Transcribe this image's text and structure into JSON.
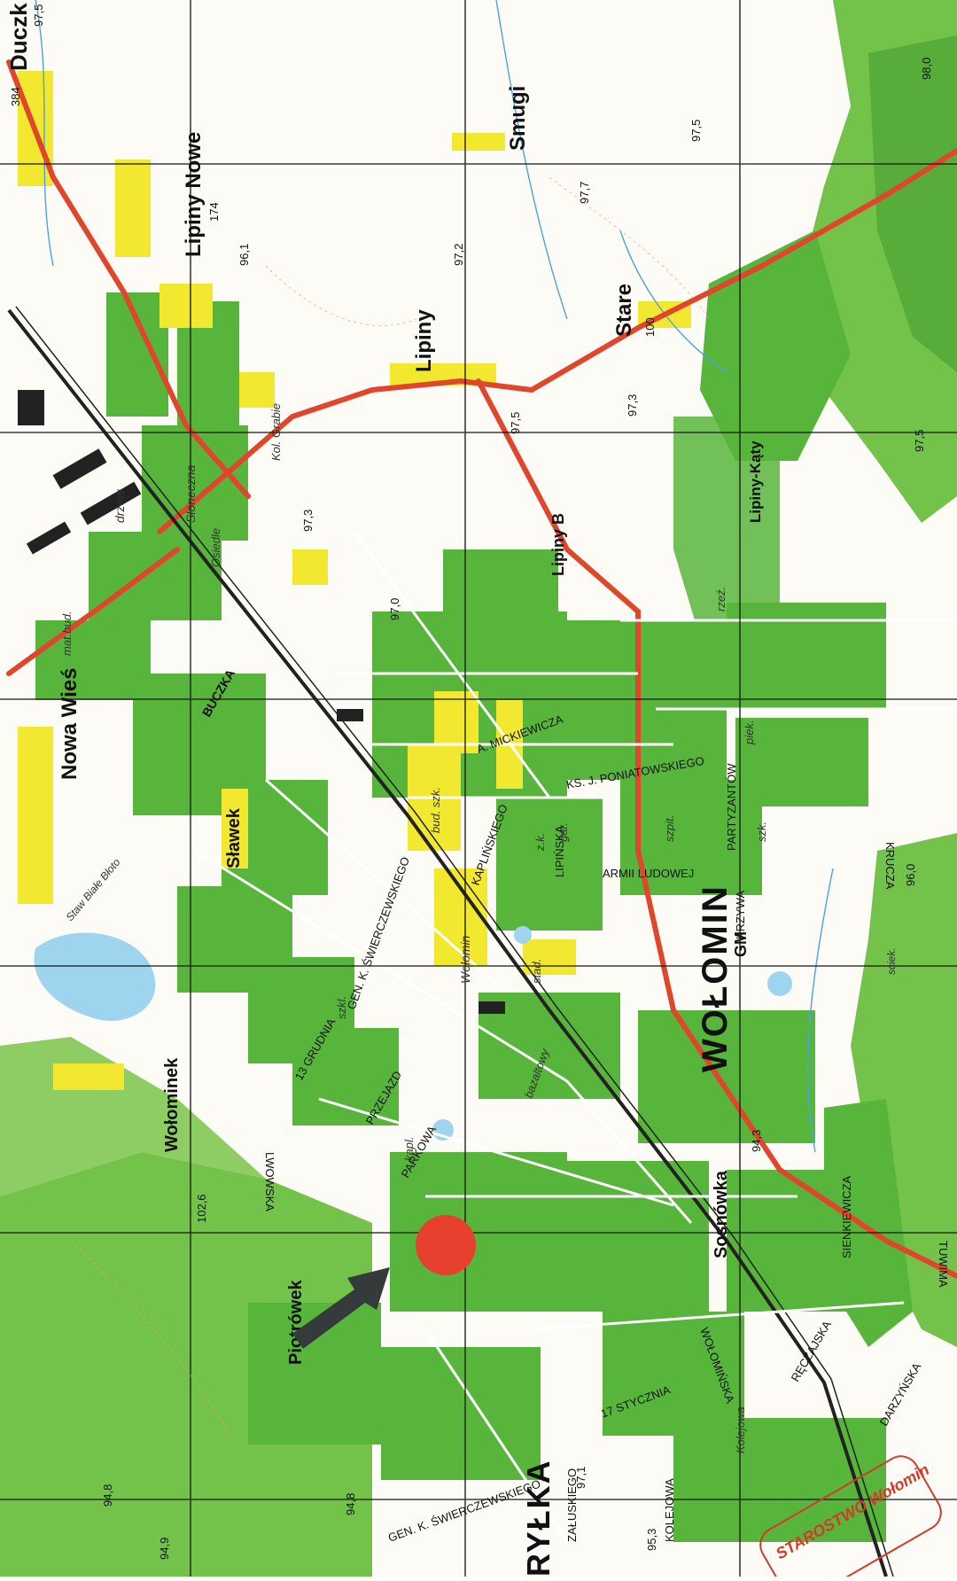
{
  "map": {
    "settlements": {
      "duczki": "Duczk",
      "lipiny_nowe": "Lipiny Nowe",
      "smugi": "Smugi",
      "lipiny": "Lipiny",
      "stare": "Stare",
      "lipiny_b": "Lipiny B",
      "lipiny_katy": "Lipiny-Kąty",
      "nowa_wies": "Nowa Wieś",
      "buczka": "BUCZKA",
      "slawek": "Sławek",
      "wolomin": "WOŁOMIN",
      "gm": "GM",
      "wolominek": "Wołominek",
      "piotrowek": "Piotrówek",
      "sosnowka": "Sosnówka",
      "bylka": "RYŁKA",
      "sloneczna": "Słoneczna",
      "kol_grabie": "Kol. Grabie",
      "wolomin_station": "Wołomin",
      "osiedle_sloneczne": "Osiedle"
    },
    "streets": {
      "mickiewicza": "A. MICKIEWICZA",
      "poniatowskiego": "KS. J. PONIATOWSKIEGO",
      "armii_ludowej": "ARMII LUDOWEJ",
      "partyzantow": "PARTYZANTÓW",
      "lipinska": "LIPIŃSKA",
      "kaplinskiego": "KAPLIŃSKIEGO",
      "krzywa": "KRZYWA",
      "swierczewskiego": "GEN. K. ŚWIERCZEWSKIEGO",
      "grudnia": "13 GRUDNIA",
      "przejazd": "PRZEJAZD",
      "parkowa": "PARKOWA",
      "lwowska": "LWOWSKA",
      "wolominska": "WOŁOMIŃSKA",
      "stycznia": "17 STYCZNIA",
      "reczajska": "RĘCZAJSKA",
      "zaluskiego": "ZAŁUSKIEGO",
      "kolejowa": "KOLEJOWA",
      "kolejowa2": "Kolejowa",
      "sienkiewicza": "SIENKIEWICZA",
      "krucza": "KRUCZA",
      "darzynska": "DARZYŃSKA",
      "tuwima": "TUWIMA",
      "swierczewskiego2": "GEN. K. ŚWIERCZEWSKIEGO"
    },
    "annotations": {
      "drzew": "drzew.",
      "mat_bud": "mat.bud.",
      "bud_szk": "bud. szk.",
      "stad": "stad.",
      "zk": "z.k.",
      "gar": "gar.",
      "szpit": "szpit.",
      "piek": "piek.",
      "rzez": "rzeź.",
      "szk": "szk.",
      "szkl": "szkl.",
      "kapl": "kapl.",
      "bazaltowy": "bazaltowy",
      "staw_biale_bloto": "Staw Białe Błoto",
      "sciekowy": "sciek."
    },
    "elevations": [
      "97,5",
      "384",
      "174",
      "96,1",
      "97,2",
      "97,7",
      "97,5",
      "98,0",
      "100",
      "97,5",
      "97,3",
      "97,3",
      "97,0",
      "97,5",
      "96,0",
      "94,8",
      "94,3",
      "102,6",
      "94,8",
      "94,9",
      "97,1",
      "95,3"
    ],
    "stamp_text": "STAROSTWO Wołomin",
    "colors": {
      "forest": "#73c24a",
      "forest_dark": "#3f9a2e",
      "built_green": "#58b53c",
      "yellow": "#f2e830",
      "road_main": "#e0462c",
      "grid": "#1a1a1a",
      "water": "#9fd4ee",
      "marker": "#e8402e",
      "arrow": "#353a3b"
    },
    "marker": {
      "type": "red-circle",
      "arrow": "dark-arrow"
    }
  }
}
